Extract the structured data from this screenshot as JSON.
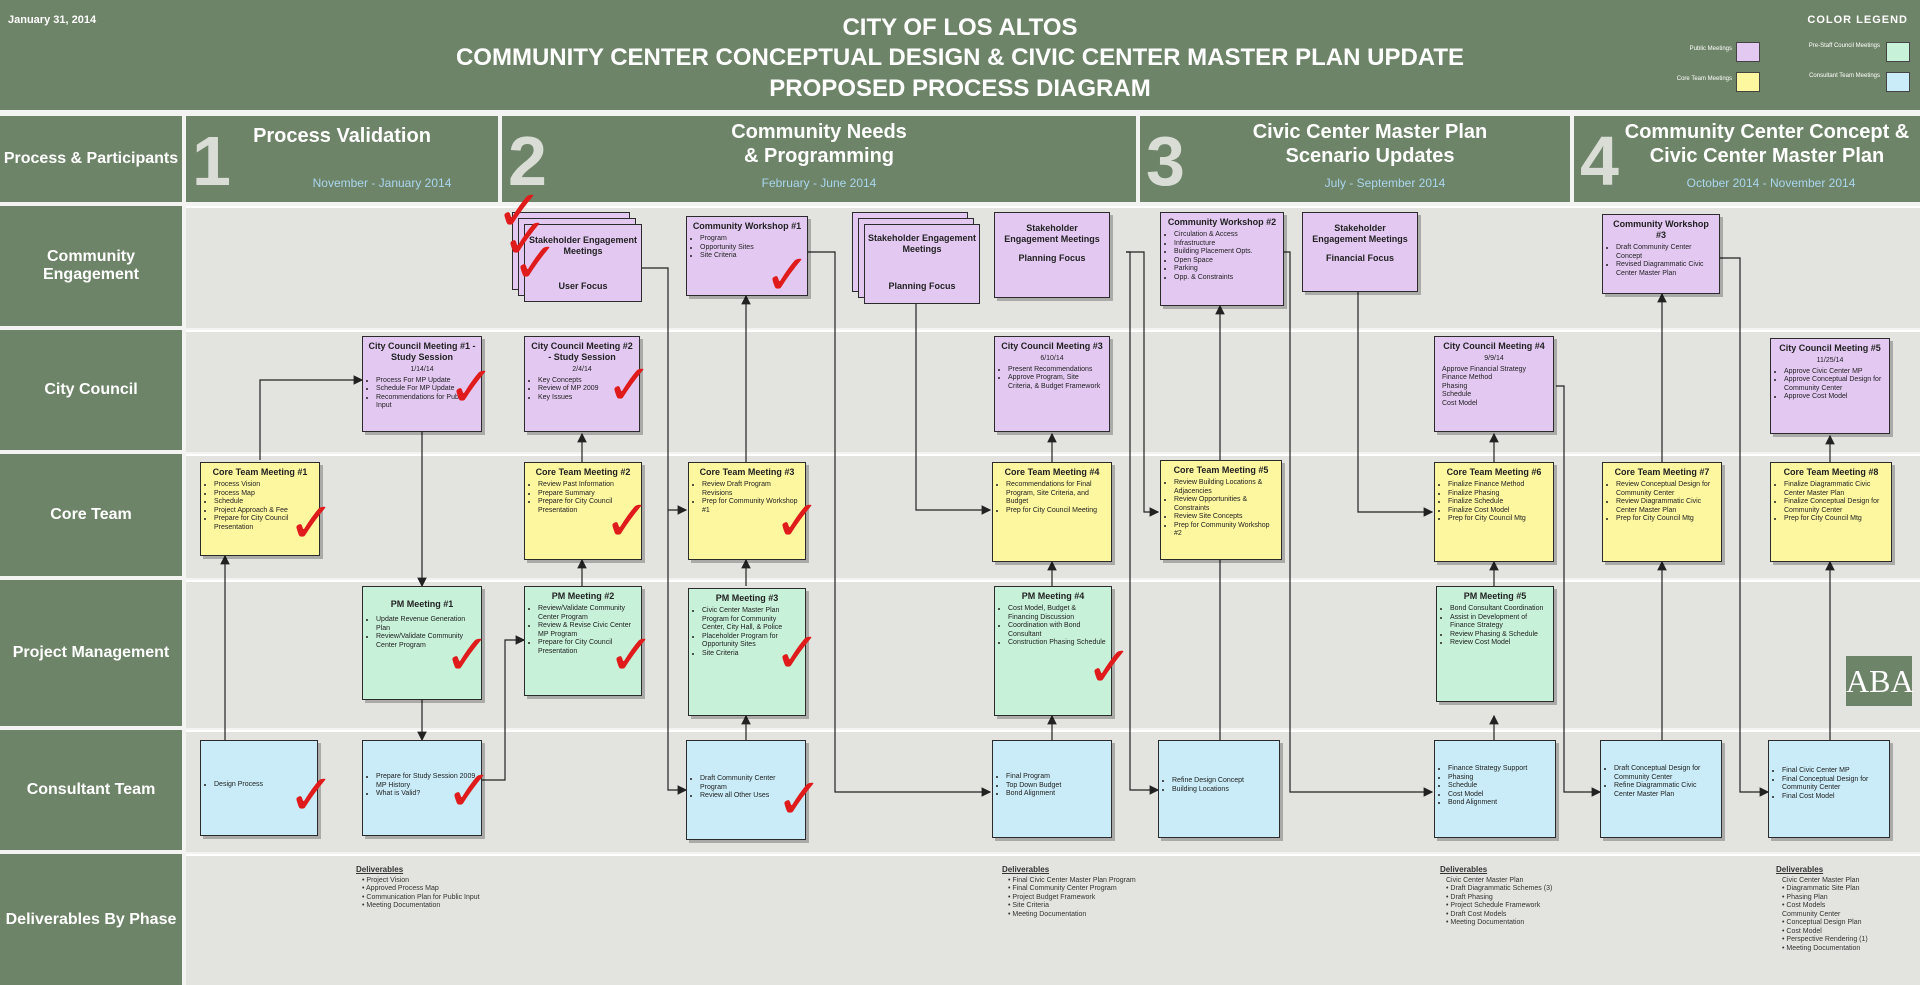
{
  "header": {
    "date": "January 31, 2014",
    "title_line1": "CITY OF LOS ALTOS",
    "title_line2": "COMMUNITY CENTER CONCEPTUAL DESIGN & CIVIC CENTER MASTER PLAN UPDATE",
    "title_line3": "PROPOSED PROCESS DIAGRAM"
  },
  "legend": {
    "title": "COLOR LEGEND",
    "items": [
      {
        "label": "Public Meetings",
        "color": "#e3c9f2"
      },
      {
        "label": "Pre-Staff Council Meetings",
        "color": "#c8f1d9"
      },
      {
        "label": "Core Team Meetings",
        "color": "#fdf7a0"
      },
      {
        "label": "Consultant Team Meetings",
        "color": "#c9ecf8"
      }
    ]
  },
  "phases": [
    {
      "num": "1",
      "title": "Process Validation",
      "dates": "November - January 2014"
    },
    {
      "num": "2",
      "title": "Community Needs & Programming",
      "dates": "February - June 2014"
    },
    {
      "num": "3",
      "title": "Civic Center Master Plan Scenario Updates",
      "dates": "July - September 2014"
    },
    {
      "num": "4",
      "title": "Community Center Concept & Civic Center Master Plan",
      "dates": "October 2014 - November 2014"
    }
  ],
  "rows": {
    "header": "Process & Participants",
    "community": "Community Engagement",
    "council": "City Council",
    "core": "Core Team",
    "pm": "Project Management",
    "consultant": "Consultant Team",
    "deliverables": "Deliverables By Phase"
  },
  "community": {
    "stake1": {
      "title": "Stakeholder Engagement Meetings",
      "focus": "User Focus"
    },
    "ws1": {
      "title": "Community Workshop #1",
      "items": [
        "Program",
        "Opportunity Sites",
        "Site Criteria"
      ]
    },
    "stake2": {
      "title": "Stakeholder Engagement Meetings",
      "focus": "Planning Focus"
    },
    "stake3": {
      "title": "Stakeholder Engagement Meetings",
      "focus": "Planning Focus"
    },
    "ws2": {
      "title": "Community Workshop #2",
      "items": [
        "Circulation & Access",
        "Infrastructure",
        "Building Placement Opts.",
        "Open Space",
        "Parking",
        "Opp. & Constraints"
      ]
    },
    "stake4": {
      "title": "Stakeholder Engagement Meetings",
      "focus": "Financial Focus"
    },
    "ws3": {
      "title": "Community Workshop #3",
      "items": [
        "Draft Community Center Concept",
        "Revised Diagrammatic Civic Center Master Plan"
      ]
    }
  },
  "council": {
    "cc1": {
      "title": "City Council Meeting #1 - Study Session",
      "date": "1/14/14",
      "items": [
        "Process For MP Update",
        "Schedule For MP Update",
        "Recommendations for Public Input"
      ]
    },
    "cc2": {
      "title": "City Council Meeting #2 - Study Session",
      "date": "2/4/14",
      "items": [
        "Key Concepts",
        "Review of MP 2009",
        "Key Issues"
      ]
    },
    "cc3": {
      "title": "City Council Meeting #3",
      "date": "6/10/14",
      "items": [
        "Present Recommendations",
        "Approve Program, Site Criteria, & Budget Framework"
      ]
    },
    "cc4": {
      "title": "City Council Meeting #4",
      "date": "9/9/14",
      "items": [
        "Approve Financial Strategy",
        "Finance Method",
        "Phasing",
        "Schedule",
        "Cost Model"
      ]
    },
    "cc5": {
      "title": "City Council Meeting #5",
      "date": "11/25/14",
      "items": [
        "Approve Civic Center MP",
        "Approve Conceptual Design for Community Center",
        "Approve Cost Model"
      ]
    }
  },
  "core": {
    "ct1": {
      "title": "Core Team Meeting #1",
      "items": [
        "Process Vision",
        "Process Map",
        "Schedule",
        "Project Approach & Fee",
        "Prepare for City Council Presentation"
      ]
    },
    "ct2": {
      "title": "Core Team Meeting #2",
      "items": [
        "Review Past Information",
        "Prepare Summary",
        "Prepare for City Council Presentation"
      ]
    },
    "ct3": {
      "title": "Core Team Meeting #3",
      "items": [
        "Review Draft Program Revisions",
        "Prep for Community Workshop #1"
      ]
    },
    "ct4": {
      "title": "Core Team Meeting #4",
      "items": [
        "Recommendations for Final Program, Site Criteria, and Budget",
        "Prep for City Council Meeting"
      ]
    },
    "ct5": {
      "title": "Core Team Meeting #5",
      "items": [
        "Review Building Locations & Adjacencies",
        "Review Opportunities & Constraints",
        "Review Site Concepts",
        "Prep for Community Workshop #2"
      ]
    },
    "ct6": {
      "title": "Core Team Meeting #6",
      "items": [
        "Finalize Finance Method",
        "Finalize Phasing",
        "Finalize Schedule",
        "Finalize Cost Model",
        "Prep for City Council Mtg"
      ]
    },
    "ct7": {
      "title": "Core Team Meeting #7",
      "items": [
        "Review Conceptual Design for Community Center",
        "Review Diagrammatic Civic Center Master Plan",
        "Prep for City Council Mtg"
      ]
    },
    "ct8": {
      "title": "Core Team Meeting #8",
      "items": [
        "Finalize Diagrammatic Civic Center Master Plan",
        "Finalize Conceptual Design for Community Center",
        "Prep for City Council Mtg"
      ]
    }
  },
  "pm": {
    "pm1": {
      "title": "PM Meeting #1",
      "items": [
        "Update Revenue Generation Plan",
        "Review/Validate Community Center Program"
      ]
    },
    "pm2": {
      "title": "PM Meeting #2",
      "items": [
        "Review/Validate Community Center Program",
        "Review & Revise Civic Center MP Program",
        "Prepare for City Council Presentation"
      ]
    },
    "pm3": {
      "title": "PM Meeting #3",
      "items": [
        "Civic Center Master Plan Program for Community Center, City Hall, & Police",
        "Placeholder Program for Opportunity Sites",
        "Site Criteria"
      ]
    },
    "pm4": {
      "title": "PM Meeting #4",
      "items": [
        "Cost Model, Budget & Financing Discussion",
        "Coordination with Bond Consultant",
        "Construction Phasing Schedule"
      ]
    },
    "pm5": {
      "title": "PM Meeting #5",
      "items": [
        "Bond Consultant Coordination",
        "Assist in Development of Finance Strategy",
        "Review Phasing & Schedule",
        "Review Cost Model"
      ]
    }
  },
  "consultant": {
    "c1": {
      "items": [
        "Design Process"
      ]
    },
    "c2": {
      "items": [
        "Prepare for Study Session 2009 MP History",
        "What is Valid?"
      ]
    },
    "c3": {
      "items": [
        "Draft Community Center Program",
        "Review all Other Uses"
      ]
    },
    "c4": {
      "items": [
        "Final Program",
        "Top Down Budget",
        "Bond Alignment"
      ]
    },
    "c5": {
      "items": [
        "Refine Design Concept",
        "Building Locations"
      ]
    },
    "c6": {
      "items": [
        "Finance Strategy Support",
        "Phasing",
        "Schedule",
        "Cost Model",
        "Bond Alignment"
      ]
    },
    "c7": {
      "items": [
        "Draft Conceptual Design for Community Center",
        "Refine Diagrammatic Civic Center Master Plan"
      ]
    },
    "c8": {
      "items": [
        "Final Civic Center MP",
        "Final Conceptual Design for Community Center",
        "Final Cost Model"
      ]
    }
  },
  "deliverables": {
    "d1": {
      "heading": "Deliverables",
      "items": [
        "• Project Vision",
        "• Approved Process Map",
        "• Communication Plan for Public Input",
        "• Meeting Documentation"
      ]
    },
    "d2": {
      "heading": "Deliverables",
      "items": [
        "• Final Civic Center Master Plan Program",
        "• Final Community Center Program",
        "• Project Budget Framework",
        "• Site Criteria",
        "• Meeting Documentation"
      ]
    },
    "d3": {
      "heading": "Deliverables",
      "items": [
        "Civic Center Master Plan",
        "• Draft Diagrammatic Schemes (3)",
        "• Draft Phasing",
        "• Project Schedule Framework",
        "• Draft Cost Models",
        "• Meeting Documentation"
      ]
    },
    "d4": {
      "heading": "Deliverables",
      "items": [
        "Civic Center Master Plan",
        "• Diagrammatic Site Plan",
        "• Phasing Plan",
        "• Cost Models",
        "Community Center",
        "• Conceptual Design Plan",
        "• Cost Model",
        "• Perspective Rendering (1)",
        "• Meeting Documentation"
      ]
    }
  },
  "logo": {
    "text": "ABA"
  },
  "check": {
    "glyph": "✓",
    "color": "#e01b1b"
  }
}
